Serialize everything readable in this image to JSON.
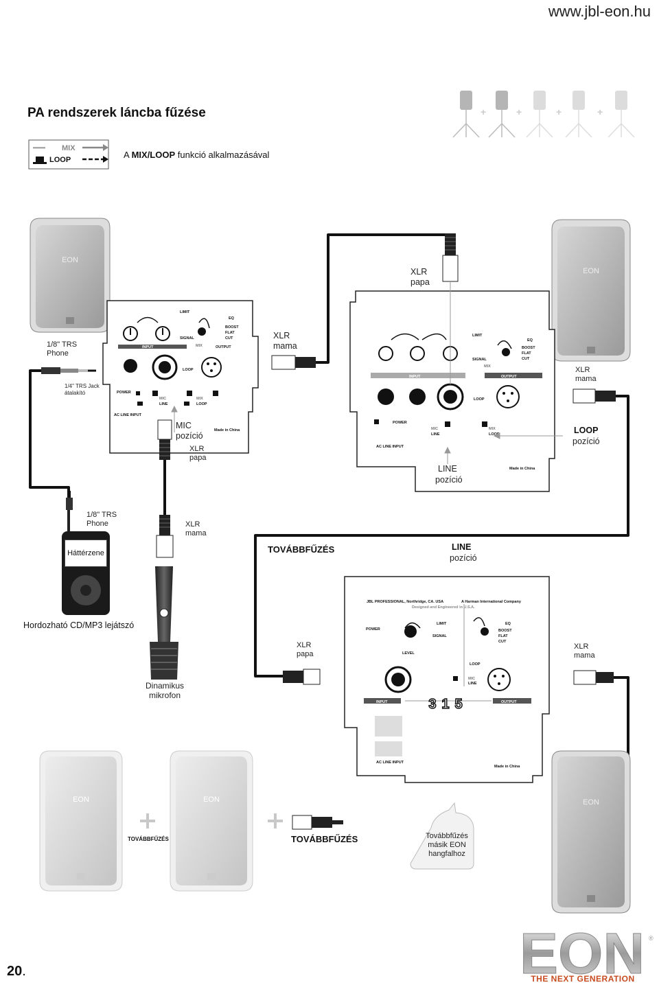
{
  "header": {
    "url": "www.jbl-eon.hu"
  },
  "page": {
    "title": "PA rendszerek láncba fűzése",
    "subtitle_prefix": "A ",
    "subtitle_bold": "MIX/LOOP",
    "subtitle_suffix": " funkció alkalmazásával",
    "page_number": "20",
    "page_number_suffix": "."
  },
  "legend": {
    "mix": "MIX",
    "loop": "LOOP"
  },
  "speaker_brand": "EON",
  "labels": {
    "trs_phone_top": "1/8\" TRS Phone",
    "jack_adapter": "1/4\" TRS Jack átalakító",
    "trs_phone_bottom": "1/8\" TRS Phone",
    "ipod_screen": "Háttérzene",
    "player": "Hordozható CD/MP3 lejátszó",
    "mic_pos": "MIC pozíció",
    "xlr_papa_mid": "XLR papa",
    "xlr_mama_mic": "XLR mama",
    "mic_label": "Dinamikus mikrofon",
    "xlr_papa_top": "XLR papa",
    "xlr_mama_top": "XLR mama",
    "xlr_mama_right": "XLR mama",
    "loop_pos_1": "LOOP",
    "loop_pos_2": "pozíció",
    "line_pos_1": "LINE",
    "line_pos_2": "pozíció",
    "tovabbfuzes_main": "TOVÁBBFŰZÉS",
    "line_pos_b1": "LINE",
    "line_pos_b2": "pozíció",
    "xlr_papa_bottom": "XLR papa",
    "xlr_mama_bottom": "XLR mama",
    "tovabbfuzes_small": "TOVÁBBFŰZÉS",
    "tovabbfuzes_bottom": "TOVÁBBFŰZÉS",
    "chain_note": "Továbbfűzés másik EON hangfalhoz"
  },
  "panel": {
    "limit": "LIMIT",
    "eq": "EQ",
    "boost": "BOOST",
    "flat": "FLAT",
    "cut": "CUT",
    "signal": "SIGNAL",
    "mix": "MIX",
    "loop": "LOOP",
    "input": "INPUT",
    "output": "OUTPUT",
    "power": "POWER",
    "mic": "MIC",
    "line": "LINE",
    "ac_line_input": "AC LINE INPUT",
    "made_in_china": "Made in China",
    "level": "LEVEL",
    "model": "315",
    "jbl_line": "JBL PROFESSIONAL, Northridge, CA. USA",
    "harman_line": "A Harman International Company",
    "designed_line": "Designed and Engineered in U.S.A."
  },
  "brand": {
    "logo": "EON",
    "tagline": "THE NEXT GENERATION",
    "reg": "®"
  }
}
